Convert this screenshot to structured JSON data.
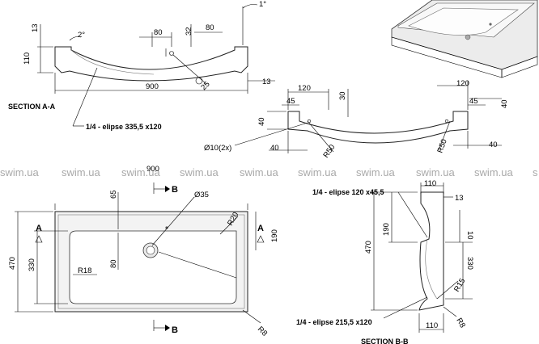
{
  "watermark": [
    "swim.ua",
    "swim.ua",
    "swim.ua",
    "swim.ua",
    "swim.ua",
    "swim.ua",
    "swim.ua",
    "swim.ua",
    "swim.ua",
    "s"
  ],
  "section_aa": {
    "title": "SECTION A-A",
    "dims": {
      "d13": "13",
      "d110": "110",
      "deg2": "2°",
      "d80a": "80",
      "d32": "32",
      "d80b": "80",
      "deg1": "1°",
      "d900": "900",
      "r25": "25",
      "d13b": "13"
    },
    "note": "1/4 - elipse 335,5 x120"
  },
  "side_view": {
    "dims": {
      "d120a": "120",
      "d120b": "120",
      "d45a": "45",
      "d45b": "45",
      "d30": "30",
      "d40a": "40",
      "d40b": "40",
      "d40c": "40",
      "d40d": "40",
      "r50a": "R50",
      "r50b": "R50",
      "holes": "Ø10(2x)"
    }
  },
  "plan_view": {
    "dims": {
      "d900": "900",
      "d65": "65",
      "d35": "Ø35",
      "r20": "R20",
      "d470": "470",
      "d330": "330",
      "d190": "190",
      "d80": "80",
      "r18": "R18",
      "r8": "R8"
    },
    "markers": {
      "a_left": "A",
      "a_right": "A",
      "b_top": "B",
      "b_bottom": "B"
    }
  },
  "section_bb": {
    "dims": {
      "d110top": "110",
      "d13": "13",
      "d470": "470",
      "d190": "190",
      "d10": "10",
      "d330": "330",
      "r15": "R15",
      "d110bot": "110",
      "r8": "R8"
    },
    "note_top": "1/4 - elipse 120 x45,5",
    "note_bottom": "1/4 - elipse 215,5 x120",
    "title": "SECTION B-B"
  }
}
